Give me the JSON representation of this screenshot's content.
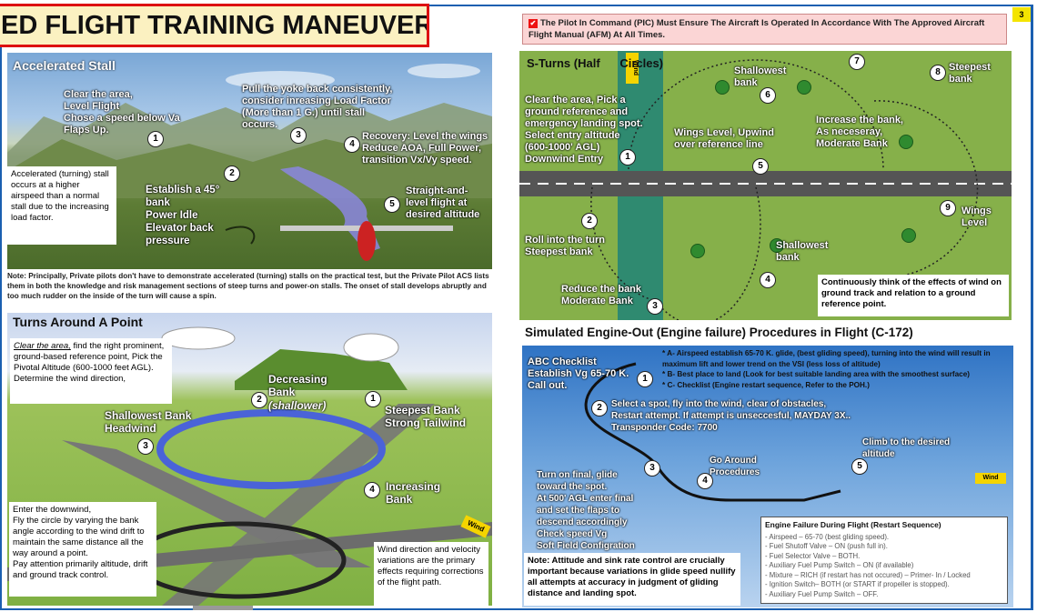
{
  "header": {
    "title": "ED FLIGHT TRAINING MANEUVERS",
    "page_number": "3"
  },
  "pic_notice": "The Pilot In Command (PIC) Must Ensure The Aircraft Is Operated In Accordance With The Approved  Aircraft Flight Manual (AFM) At All Times.",
  "accelerated_stall": {
    "title": "Accelerated Stall",
    "step1": "Clear the area,\nLevel Flight\nChose a speed below Va\nFlaps Up.",
    "step2": "Establish a 45°\nbank\nPower Idle\nElevator back\npressure",
    "step3": "Pull the yoke back consistently,\nconsider inreasing Load Factor\n(More than 1 G.) until stall\noccurs.",
    "step4": "Recovery: Level the wings\nReduce AOA, Full Power,\ntransition Vx/Vy speed.",
    "step5": "Straight-and-\nlevel flight at\ndesired altitude",
    "side_note": "Accelerated (turning) stall occurs at a higher airspeed than a normal stall due to the increasing load factor.",
    "note": "Note: Principally, Private pilots don't have to demonstrate accelerated (turning) stalls on the practical test, but the Private Pilot ACS lists them in both the knowledge and risk management sections of steep turns and power-on stalls. The onset of stall develops abruptly and too much rudder on the inside of the turn will cause a spin."
  },
  "turns_around_point": {
    "title": "Turns Around A Point",
    "intro_em": "Clear the area,",
    "intro_rest": " find the right prominent, ground-based reference point, Pick the Pivotal Altitude (600-1000 feet AGL).\nDetermine the wind direction,",
    "decreasing": "Decreasing\nBank",
    "shallower": "(shallower)",
    "steepest": "Steepest Bank\nStrong Tailwind",
    "shallowest": "Shallowest Bank\nHeadwind",
    "increasing": "Increasing\nBank",
    "wind": "Wind",
    "left_note": "Enter the downwind,\nFly the circle by varying the bank angle according to the wind drift to maintain the same distance all the way around a point.\nPay attention primarily altitude, drift and ground track control.",
    "right_note": "Wind direction and velocity variations are the primary effects requiring corrections of the flight path."
  },
  "s_turns": {
    "title": "S-Turns (Half      Circles)",
    "wind": "Wind",
    "entry": "Clear the area, Pick a\nground reference and\nemergency landing spot.\nSelect entry altitude\n(600-1000' AGL)\nDownwind Entry",
    "roll": "Roll into the turn\nSteepest bank",
    "reduce": "Reduce the bank\nModerate Bank",
    "shallowest_top": "Shallowest\nbank",
    "wings_upwind": "Wings Level, Upwind\nover reference line",
    "increase": "Increase the bank,\nAs neceseray,\nModerate Bank",
    "steepest": "Steepest\nbank",
    "wings_level": "Wings\nLevel",
    "shallowest_bottom": "Shallowest\nbank",
    "note": "Continuously think of the effects of wind on ground track and relation to a ground reference point."
  },
  "engine_out": {
    "title": "Simulated Engine-Out (Engine failure) Procedures in Flight (C-172)",
    "abc": "ABC Checklist\nEstablish Vg 65-70 K.\nCall out.",
    "items": [
      "* A- Airspeed establish 65-70 K. glide, (best gliding speed), turning into the wind will result in maximum lift and lower trend on the VSI (less loss of altitude)",
      "* B- Best place to land (Look for best suitable landing area with the smoothest surface)",
      "* C- Checklist (Engine restart sequence, Refer to the POH.)"
    ],
    "step2": "Select a spot, fly into the wind, clear of obstacles,\nRestart attempt. If attempt is unseccesful,  MAYDAY 3X..\nTransponder Code: 7700",
    "turn_final": "Turn on final,  glide\ntoward the spot.\nAt 500' AGL enter final\nand set the flaps to\ndescend accordingly\nCheck speed Vg\nSoft Field Configration",
    "go_around": "Go Around\nProcedures",
    "climb": "Climb to the desired\naltitude",
    "wind": "Wind",
    "note": "Note: Attitude and sink rate control are crucially important because variations in glide speed nullify all attempts at accuracy in judgment of gliding distance and landing spot.",
    "sequence_title": "Engine Failure During Flight (Restart Sequence)",
    "sequence": [
      "- Airspeed – 65-70 (best gliding speed).",
      "- Fuel Shutoff Valve – ON (push full in).",
      "- Fuel Selector Valve – BOTH.",
      "- Auxiliary Fuel Pump Switch – ON (if available)",
      "- Mixture – RICH (if restart has not occured) – Primer- In / Locked",
      "- Ignition Switch– BOTH (or START if propeller is stopped).",
      "- Auxiliary Fuel Pump Switch – OFF."
    ]
  },
  "numbers": [
    "1",
    "2",
    "3",
    "4",
    "5",
    "6",
    "7",
    "8",
    "9"
  ]
}
